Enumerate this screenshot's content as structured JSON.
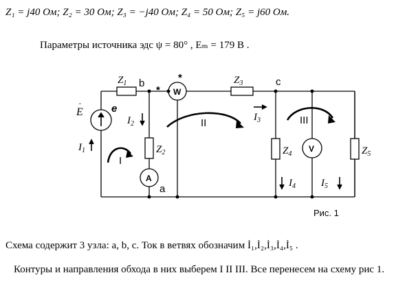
{
  "header": {
    "impedances": "Z₁ = j40 Ом; Z₂ = 30 Ом; Z₃ = −j40 Ом; Z₄ = 50 Ом; Z₅ = j60 Ом.",
    "source_params": "Параметры источника эдс  ψ = 80° ,  Eₘ = 179 В ."
  },
  "circuit": {
    "nodes": {
      "b": "b",
      "c": "c",
      "a": "a",
      "star": "*"
    },
    "impedances": {
      "z1": "Z",
      "z1_sub": "1",
      "z2": "Z",
      "z2_sub": "2",
      "z3": "Z",
      "z3_sub": "3",
      "z4": "Z",
      "z4_sub": "4",
      "z5": "Z",
      "z5_sub": "5"
    },
    "source": {
      "label": "E",
      "e": "e"
    },
    "currents": {
      "i": "I",
      "i1": "1",
      "i2": "2",
      "i3": "3",
      "i4": "4",
      "i5": "5"
    },
    "meters": {
      "wattmeter": "W",
      "ammeter": "A",
      "voltmeter": "V"
    },
    "loops": {
      "l1": "I",
      "l2": "II",
      "l3": "III"
    },
    "figure_caption": "Рис. 1"
  },
  "body": {
    "nodes_text": "Схема содержит 3 узла: a, b, c. Ток в ветвях обозначим  İ₁,İ₂,İ₃,İ₄,İ₅ .",
    "loops_text": "Контуры и направления обхода в них выберем I II III. Все перенесем на схему рис 1."
  }
}
